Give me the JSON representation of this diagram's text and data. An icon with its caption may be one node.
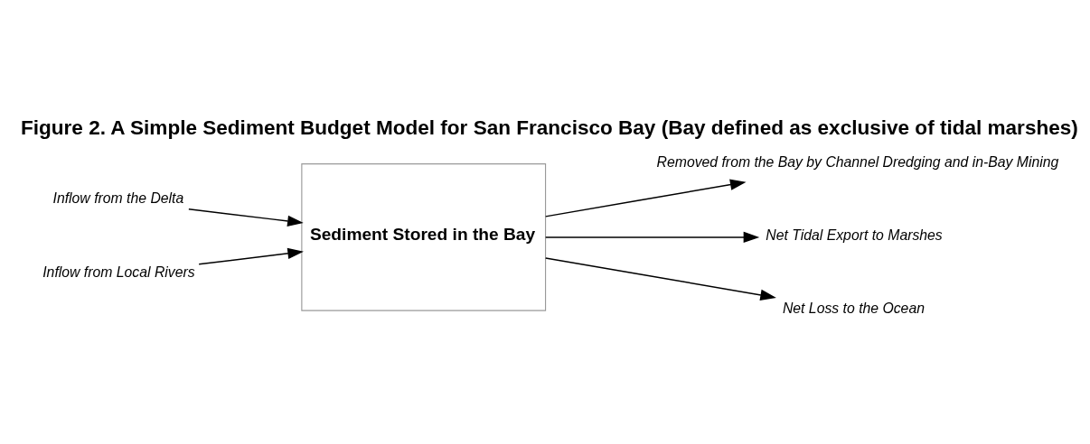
{
  "diagram": {
    "title": "Figure 2. A Simple Sediment Budget Model for San Francisco Bay (Bay defined as exclusive of tidal marshes)",
    "nodes": [
      {
        "text": [
          "Inflow from the Delta"
        ]
      },
      {
        "text": [
          "Inflow from Local Rivers"
        ]
      },
      {
        "text": [
          "Sediment Stored in the Bay"
        ]
      },
      {
        "text": [
          "Removed from the Bay by Channel Dredging and in-Bay Mining"
        ]
      },
      {
        "text": [
          "Net Tidal Export to Marshes"
        ]
      },
      {
        "text": [
          "Net Loss to the Ocean"
        ]
      }
    ],
    "edges": [
      {
        "from": 0,
        "to": 2,
        "arrow": "to"
      },
      {
        "from": 1,
        "to": 2,
        "arrow": "to"
      },
      {
        "from": 2,
        "to": 3,
        "arrow": "to"
      },
      {
        "from": 2,
        "to": 4,
        "arrow": "to"
      },
      {
        "from": 2,
        "to": 5,
        "arrow": "to"
      }
    ]
  }
}
